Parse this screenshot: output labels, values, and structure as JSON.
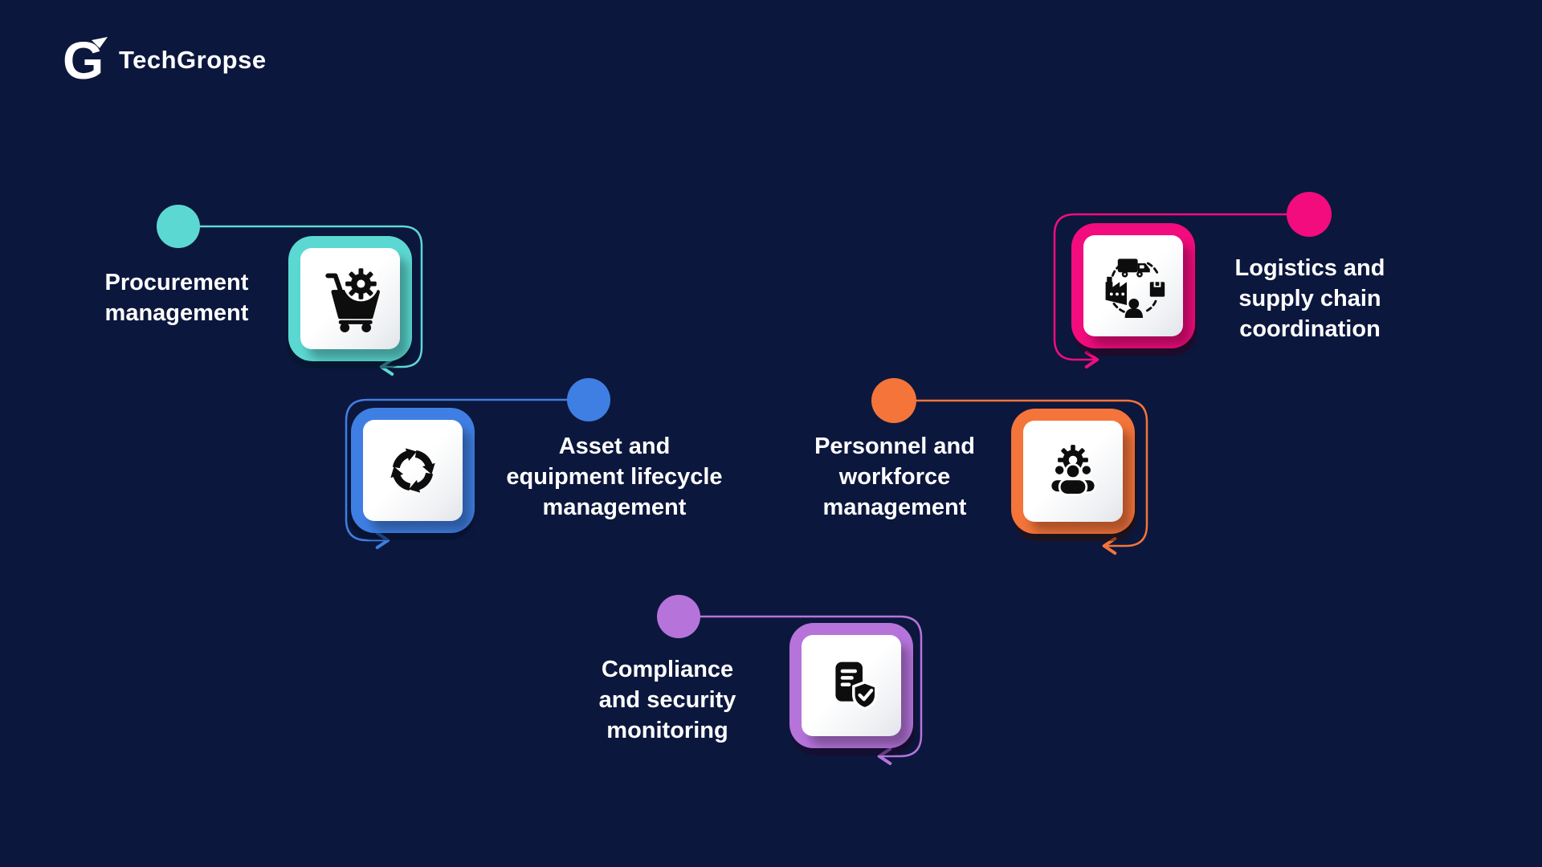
{
  "logo": {
    "mark": "G",
    "name": "TechGropse"
  },
  "palette": {
    "background": "#0C173D",
    "teal": "#5CD8D2",
    "blue": "#3F7FE3",
    "orange": "#F4743A",
    "pink": "#F20C7E",
    "purple": "#B674DB",
    "icon_black": "#0D0D0D",
    "text": "#FFFFFF"
  },
  "modules": [
    {
      "id": "procurement",
      "label": "Procurement\nmanagement",
      "color": "#5CD8D2",
      "icon": "cart-gear-icon"
    },
    {
      "id": "asset-lifecycle",
      "label": "Asset and\nequipment lifecycle\nmanagement",
      "color": "#3F7FE3",
      "icon": "lifecycle-arrows-icon"
    },
    {
      "id": "personnel",
      "label": "Personnel and\nworkforce\nmanagement",
      "color": "#F4743A",
      "icon": "team-gear-icon"
    },
    {
      "id": "logistics",
      "label": "Logistics and\nsupply chain\ncoordination",
      "color": "#F20C7E",
      "icon": "supply-chain-icon"
    },
    {
      "id": "compliance",
      "label": "Compliance\nand security\nmonitoring",
      "color": "#B674DB",
      "icon": "document-shield-icon"
    }
  ]
}
